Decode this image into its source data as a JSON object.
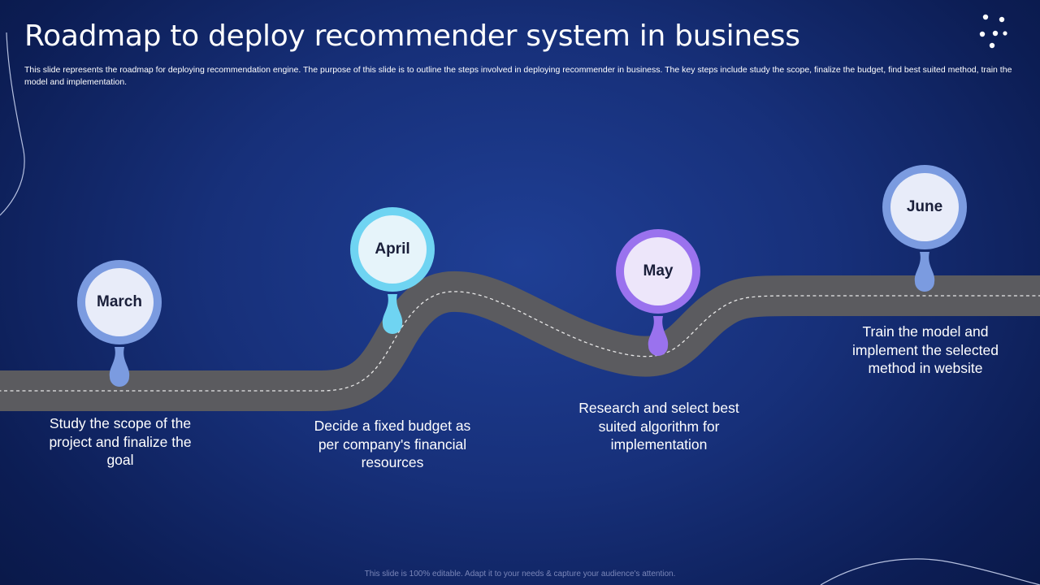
{
  "slide": {
    "title": "Roadmap to deploy recommender system in business",
    "subtitle": "This slide represents the roadmap for deploying recommendation engine. The purpose of this slide is to outline the steps involved in deploying recommender in business. The key steps include study the scope, finalize the budget, find best suited method, train the model and implementation.",
    "footer": "This slide is 100% editable. Adapt it to your needs & capture your audience's attention."
  },
  "milestones": [
    {
      "month": "March",
      "description": "Study the scope of the project and finalize the goal",
      "ring_color": "#7b9be0",
      "fill_color": "#e8ecf9"
    },
    {
      "month": "April",
      "description": "Decide a fixed budget as per company's financial resources",
      "ring_color": "#6fd4f2",
      "fill_color": "#e6f4fa"
    },
    {
      "month": "May",
      "description": "Research and select best suited algorithm for implementation",
      "ring_color": "#9a72ee",
      "fill_color": "#ede6fa"
    },
    {
      "month": "June",
      "description": "Train the model and implement the selected method in website",
      "ring_color": "#7b9be0",
      "fill_color": "#e8ecf9"
    }
  ],
  "colors": {
    "road": "#5b5b5f",
    "road_dash": "#e6e6e6",
    "background_center": "#1f3f95",
    "background_edge": "#081540"
  }
}
